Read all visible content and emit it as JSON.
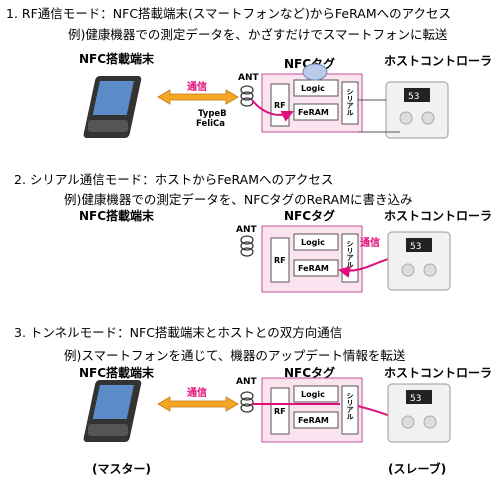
{
  "sections": [
    {
      "heading": "1.  RF通信モード：NFC搭載端末(スマートフォンなど)からFeRAMへのアクセス",
      "example": "例)健康機器での測定データを、かざすだけでスマートフォンに転送",
      "labels": {
        "terminal": "NFC搭載端末",
        "tag": "NFCタグ",
        "host": "ホストコントローラ",
        "comm": "通信",
        "ant": "ANT",
        "rf": "RF",
        "logic": "Logic",
        "feram": "FeRAM",
        "serial": "シリアル",
        "typeb": "TypeB",
        "felica": "FeliCa"
      }
    },
    {
      "heading": "2.  シリアル通信モード：ホストからFeRAMへのアクセス",
      "example": "例)健康機器での測定データを、NFCタグのReRAMに書き込み",
      "labels": {
        "terminal": "NFC搭載端末",
        "tag": "NFCタグ",
        "host": "ホストコントローラ",
        "comm": "通信",
        "ant": "ANT",
        "rf": "RF",
        "logic": "Logic",
        "feram": "FeRAM",
        "serial": "シリアル"
      }
    },
    {
      "heading": "3.  トンネルモード：NFC搭載端末とホストとの双方向通信",
      "example": "例)スマートフォンを通じて、機器のアップデート情報を転送",
      "labels": {
        "terminal": "NFC搭載端末",
        "tag": "NFCタグ",
        "host": "ホストコントローラ",
        "comm": "通信",
        "ant": "ANT",
        "rf": "RF",
        "logic": "Logic",
        "feram": "FeRAM",
        "serial": "シリアル",
        "master": "(マスター)",
        "slave": "(スレーブ)"
      }
    }
  ],
  "colors": {
    "comm_text": "#e0107a",
    "arrow_pink": "#e0107a",
    "arrow_orange": "#f5a623",
    "tag_fill": "#fbe3f0",
    "tag_stroke": "#c04d97"
  },
  "icons": {
    "phone": "phone-icon",
    "scale": "scale-icon",
    "hand": "hand-icon"
  }
}
